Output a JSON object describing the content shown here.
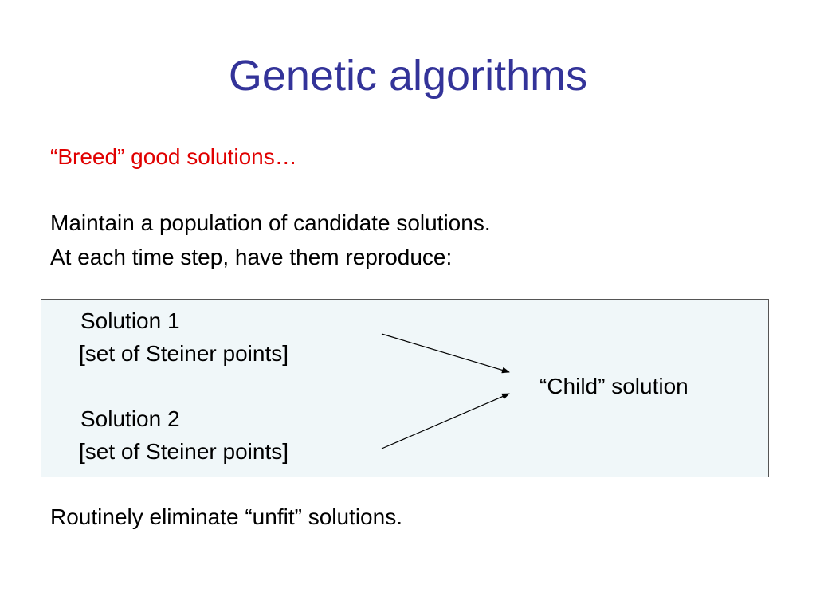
{
  "slide": {
    "title": "Genetic algorithms",
    "intro": "“Breed” good solutions…",
    "maintain": "Maintain a population of candidate solutions.",
    "each_step": "At each time step, have them reproduce:",
    "diagram": {
      "solution1_title": "Solution 1",
      "solution1_detail": "[set of Steiner points]",
      "solution2_title": "Solution 2",
      "solution2_detail": "[set of Steiner points]",
      "child": "“Child” solution"
    },
    "eliminate": "Routinely eliminate “unfit” solutions."
  },
  "colors": {
    "title": "#333399",
    "accent_red": "#e00000",
    "box_fill": "#f0f7f9"
  }
}
